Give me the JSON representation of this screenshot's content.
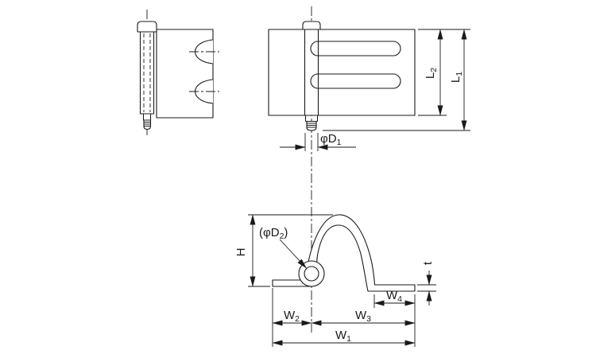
{
  "drawing": {
    "colors": {
      "line": "#1a1a1a",
      "background": "#ffffff"
    },
    "labels": {
      "L1": {
        "main": "L",
        "sub": "1"
      },
      "L2": {
        "main": "L",
        "sub": "2"
      },
      "phiD1": {
        "main": "φD",
        "sub": "1"
      },
      "phiD2": {
        "open": "(φD",
        "sub": "2",
        "close": ")"
      },
      "H": "H",
      "t": "t",
      "W1": {
        "main": "W",
        "sub": "1"
      },
      "W2": {
        "main": "W",
        "sub": "2"
      },
      "W3": {
        "main": "W",
        "sub": "3"
      },
      "W4": {
        "main": "W",
        "sub": "4"
      }
    }
  }
}
